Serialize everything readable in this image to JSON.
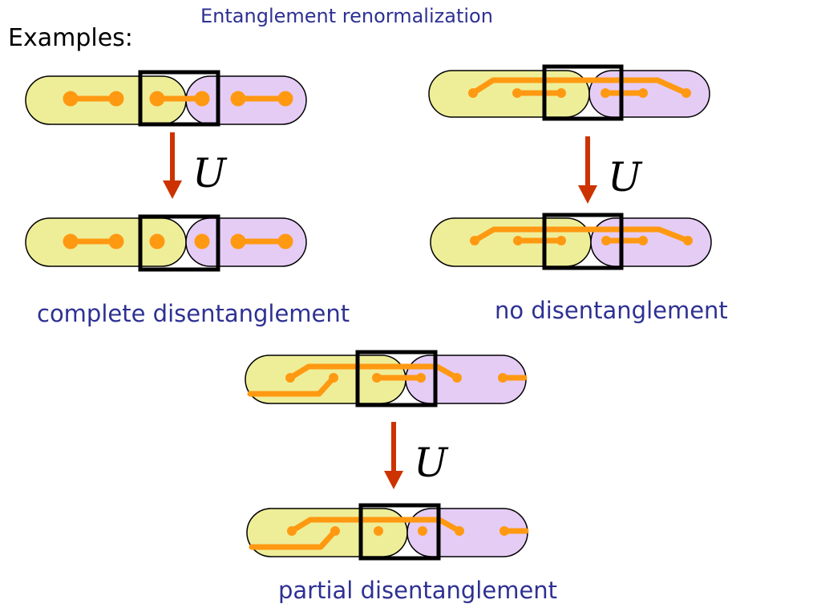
{
  "title": "Entanglement renormalization",
  "examples_label": "Examples:",
  "operator_label": "U",
  "captions": {
    "complete": "complete disentanglement",
    "none": "no disentanglement",
    "partial": "partial disentanglement"
  },
  "colors": {
    "text_blue": "#2e3192",
    "block_yellow": "#eeee99",
    "block_purple": "#e5ccf5",
    "entanglement_orange": "#ff9912",
    "arrow_red": "#cc3300",
    "outline": "#000000"
  }
}
